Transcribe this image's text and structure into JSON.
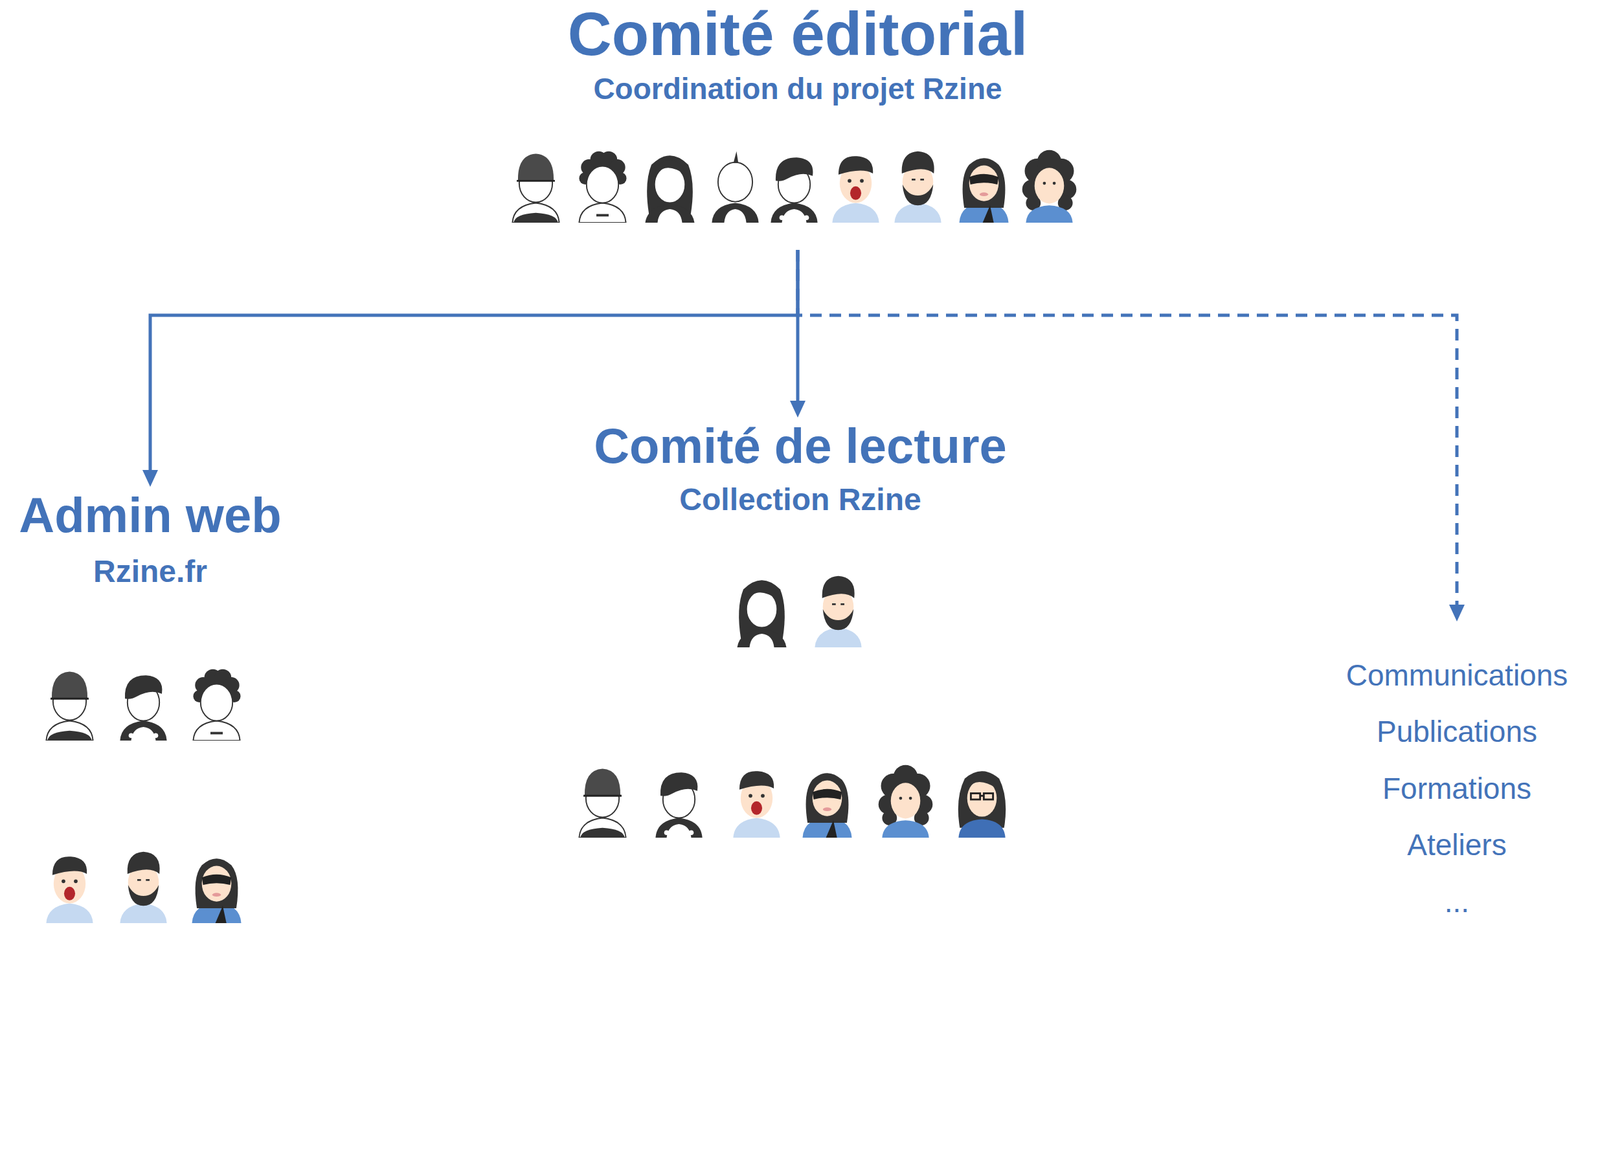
{
  "diagram": {
    "nodes": [
      {
        "text": [
          "Comité éditorial",
          "Coordination du projet Rzine"
        ]
      },
      {
        "text": [
          "Admin web",
          "Rzine.fr"
        ]
      },
      {
        "text": [
          "Comité de lecture",
          "Collection Rzine"
        ]
      },
      {
        "text": [
          "Communications",
          "Publications",
          "Formations",
          "Ateliers",
          "..."
        ]
      }
    ],
    "edges": [
      {
        "from": 0,
        "to": 1,
        "arrow": "to"
      },
      {
        "from": 0,
        "to": 2,
        "arrow": "to"
      },
      {
        "from": 0,
        "to": 3,
        "arrow": "to"
      }
    ]
  }
}
